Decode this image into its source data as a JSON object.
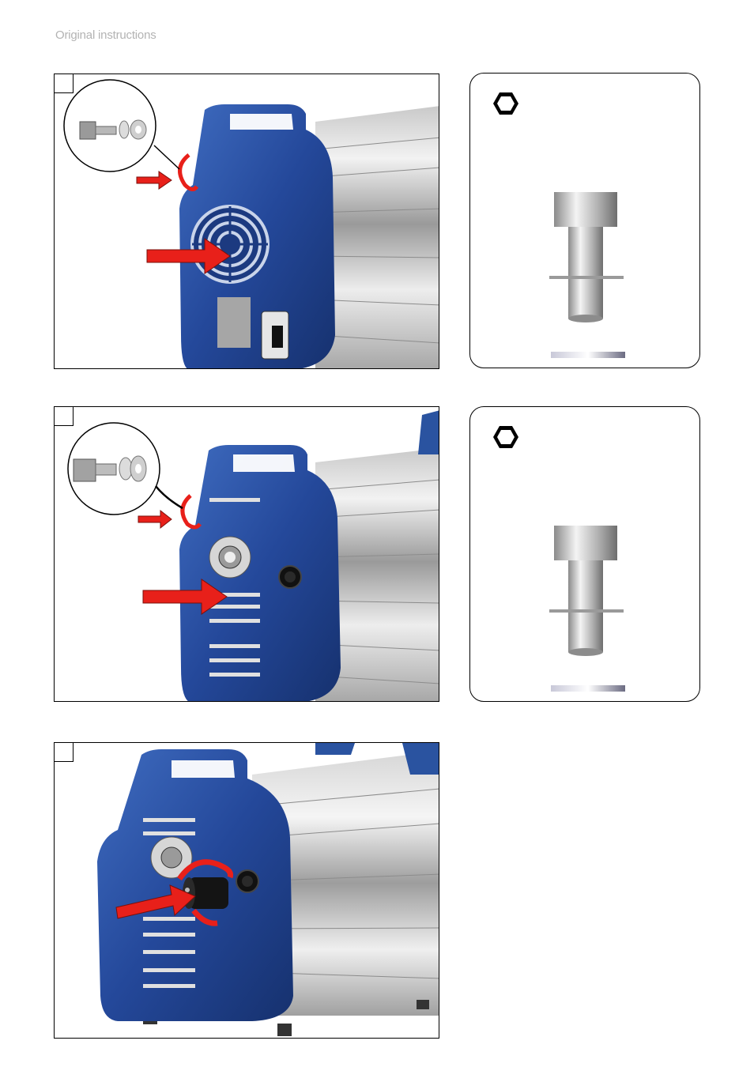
{
  "header": {
    "text": "Original instructions"
  },
  "steps": [
    {
      "id": "step-1",
      "description": "Pump front cover with fan grille; screw with washer fastened at upper left"
    },
    {
      "id": "step-2",
      "description": "Pump front cover with flange; screw with washer fastened at upper left"
    },
    {
      "id": "step-3",
      "description": "Pump with component screwed onto front flange"
    }
  ],
  "parts": [
    {
      "id": "part-1",
      "tool_icon": "hex-socket-icon",
      "items": [
        "screw",
        "washer"
      ]
    },
    {
      "id": "part-2",
      "tool_icon": "hex-socket-icon",
      "items": [
        "screw",
        "washer"
      ]
    }
  ],
  "colors": {
    "pump_blue": "#2a53a0",
    "arrow_red": "#e8201a",
    "frame": "#000000",
    "header_gray": "#b3b3b3"
  }
}
